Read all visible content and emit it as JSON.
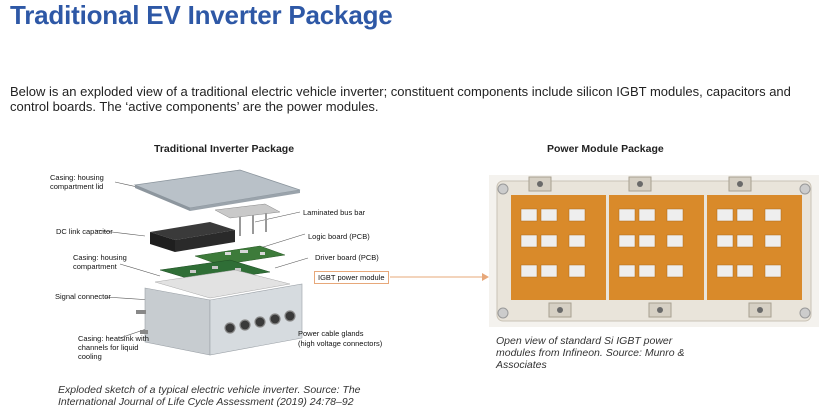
{
  "title": "Traditional EV Inverter Package",
  "intro": "Below is an exploded view of a traditional electric vehicle inverter; constituent components include silicon IGBT modules, capacitors and control boards. The ‘active components’ are the power modules.",
  "left_figure": {
    "heading": "Traditional Inverter Package",
    "labels": {
      "lid": "Casing: housing compartment lid",
      "bus_bar": "Laminated bus bar",
      "dc_link": "DC link capacitor",
      "logic_board": "Logic board (PCB)",
      "housing": "Casing: housing compartment",
      "driver_board": "Driver board (PCB)",
      "igbt": "IGBT power module",
      "signal": "Signal connector",
      "heatsink": "Casing: heatsink with channels for liquid cooling",
      "glands_1": "Power cable glands",
      "glands_2": "(high voltage connectors)"
    },
    "caption": "Exploded sketch of a typical electric vehicle inverter. Source: The International Journal of Life Cycle Assessment (2019) 24:78–92"
  },
  "right_figure": {
    "heading": "Power Module Package",
    "caption": "Open view of standard Si IGBT power modules from Infineon. Source: Munro & Associates"
  },
  "colors": {
    "title": "#2e58a6",
    "arrow": "#e7a87a",
    "module_orange": "#d98a2a"
  }
}
